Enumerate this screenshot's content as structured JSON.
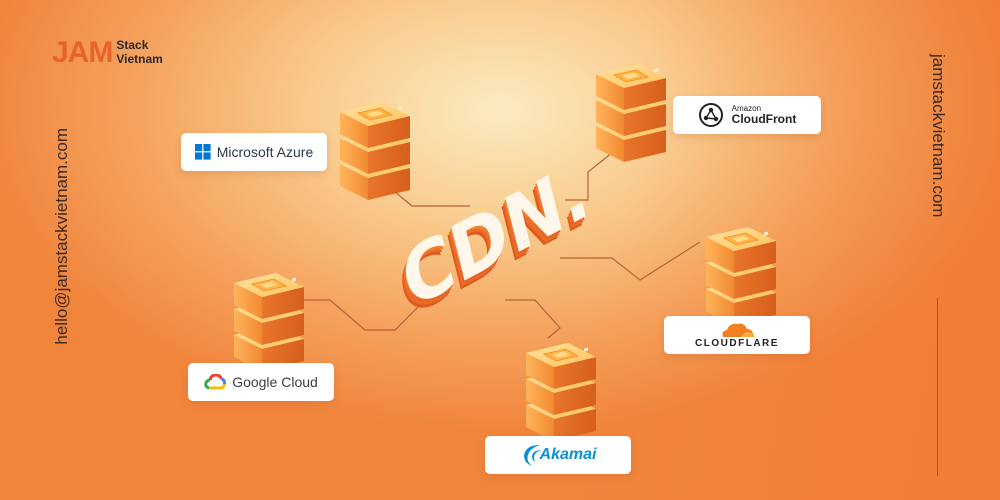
{
  "logo": {
    "main": "JAM",
    "line1": "Stack",
    "line2": "Vietnam"
  },
  "contact": {
    "email": "hello@jamstackvietnam.com",
    "website": "jamstackvietnam.com"
  },
  "center": {
    "label": "CDN."
  },
  "brands": {
    "azure": {
      "name": "Microsoft Azure",
      "icon": "windows-icon",
      "color": "#0078d4"
    },
    "cloudfront": {
      "line1": "Amazon",
      "line2": "CloudFront",
      "icon": "cloudfront-icon"
    },
    "cloudflare": {
      "name": "CLOUDFLARE",
      "icon": "cloud-icon",
      "color": "#f38020"
    },
    "google": {
      "name": "Google Cloud",
      "icon": "google-cloud-icon"
    },
    "akamai": {
      "name": "Akamai",
      "icon": "akamai-wave-icon",
      "color": "#0a8fd6"
    }
  },
  "colors": {
    "accent": "#e8632b",
    "server_top": "#fbb04a",
    "server_side": "#ef7a2a",
    "line": "#b8603a"
  }
}
